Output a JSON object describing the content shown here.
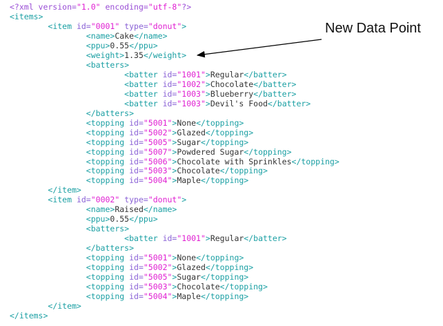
{
  "annotation": {
    "label": "New Data Point"
  },
  "lines": [
    {
      "indent": 0,
      "tokens": [
        [
          "p",
          "<?xml version="
        ],
        [
          "v",
          "\"1.0\""
        ],
        [
          "p",
          " encoding="
        ],
        [
          "v",
          "\"utf-8\""
        ],
        [
          "p",
          "?>"
        ]
      ]
    },
    {
      "indent": 0,
      "tokens": [
        [
          "t",
          "<items>"
        ]
      ]
    },
    {
      "indent": 1,
      "tokens": [
        [
          "t",
          "<item "
        ],
        [
          "a",
          "id="
        ],
        [
          "v",
          "\"0001\""
        ],
        [
          "a",
          " type="
        ],
        [
          "v",
          "\"donut\""
        ],
        [
          "t",
          ">"
        ]
      ]
    },
    {
      "indent": 2,
      "tokens": [
        [
          "t",
          "<name>"
        ],
        [
          "x",
          "Cake"
        ],
        [
          "t",
          "</name>"
        ]
      ]
    },
    {
      "indent": 2,
      "tokens": [
        [
          "t",
          "<ppu>"
        ],
        [
          "x",
          "0.55"
        ],
        [
          "t",
          "</ppu>"
        ]
      ]
    },
    {
      "indent": 2,
      "tokens": [
        [
          "t",
          "<weight>"
        ],
        [
          "x",
          "1.35"
        ],
        [
          "t",
          "</weight>"
        ]
      ]
    },
    {
      "indent": 2,
      "tokens": [
        [
          "t",
          "<batters>"
        ]
      ]
    },
    {
      "indent": 3,
      "tokens": [
        [
          "t",
          "<batter "
        ],
        [
          "a",
          "id="
        ],
        [
          "v",
          "\"1001\""
        ],
        [
          "t",
          ">"
        ],
        [
          "x",
          "Regular"
        ],
        [
          "t",
          "</batter>"
        ]
      ]
    },
    {
      "indent": 3,
      "tokens": [
        [
          "t",
          "<batter "
        ],
        [
          "a",
          "id="
        ],
        [
          "v",
          "\"1002\""
        ],
        [
          "t",
          ">"
        ],
        [
          "x",
          "Chocolate"
        ],
        [
          "t",
          "</batter>"
        ]
      ]
    },
    {
      "indent": 3,
      "tokens": [
        [
          "t",
          "<batter "
        ],
        [
          "a",
          "id="
        ],
        [
          "v",
          "\"1003\""
        ],
        [
          "t",
          ">"
        ],
        [
          "x",
          "Blueberry"
        ],
        [
          "t",
          "</batter>"
        ]
      ]
    },
    {
      "indent": 3,
      "tokens": [
        [
          "t",
          "<batter "
        ],
        [
          "a",
          "id="
        ],
        [
          "v",
          "\"1003\""
        ],
        [
          "t",
          ">"
        ],
        [
          "x",
          "Devil's Food"
        ],
        [
          "t",
          "</batter>"
        ]
      ]
    },
    {
      "indent": 2,
      "tokens": [
        [
          "t",
          "</batters>"
        ]
      ]
    },
    {
      "indent": 2,
      "tokens": [
        [
          "t",
          "<topping "
        ],
        [
          "a",
          "id="
        ],
        [
          "v",
          "\"5001\""
        ],
        [
          "t",
          ">"
        ],
        [
          "x",
          "None"
        ],
        [
          "t",
          "</topping>"
        ]
      ]
    },
    {
      "indent": 2,
      "tokens": [
        [
          "t",
          "<topping "
        ],
        [
          "a",
          "id="
        ],
        [
          "v",
          "\"5002\""
        ],
        [
          "t",
          ">"
        ],
        [
          "x",
          "Glazed"
        ],
        [
          "t",
          "</topping>"
        ]
      ]
    },
    {
      "indent": 2,
      "tokens": [
        [
          "t",
          "<topping "
        ],
        [
          "a",
          "id="
        ],
        [
          "v",
          "\"5005\""
        ],
        [
          "t",
          ">"
        ],
        [
          "x",
          "Sugar"
        ],
        [
          "t",
          "</topping>"
        ]
      ]
    },
    {
      "indent": 2,
      "tokens": [
        [
          "t",
          "<topping "
        ],
        [
          "a",
          "id="
        ],
        [
          "v",
          "\"5007\""
        ],
        [
          "t",
          ">"
        ],
        [
          "x",
          "Powdered Sugar"
        ],
        [
          "t",
          "</topping>"
        ]
      ]
    },
    {
      "indent": 2,
      "tokens": [
        [
          "t",
          "<topping "
        ],
        [
          "a",
          "id="
        ],
        [
          "v",
          "\"5006\""
        ],
        [
          "t",
          ">"
        ],
        [
          "x",
          "Chocolate with Sprinkles"
        ],
        [
          "t",
          "</topping>"
        ]
      ]
    },
    {
      "indent": 2,
      "tokens": [
        [
          "t",
          "<topping "
        ],
        [
          "a",
          "id="
        ],
        [
          "v",
          "\"5003\""
        ],
        [
          "t",
          ">"
        ],
        [
          "x",
          "Chocolate"
        ],
        [
          "t",
          "</topping>"
        ]
      ]
    },
    {
      "indent": 2,
      "tokens": [
        [
          "t",
          "<topping "
        ],
        [
          "a",
          "id="
        ],
        [
          "v",
          "\"5004\""
        ],
        [
          "t",
          ">"
        ],
        [
          "x",
          "Maple"
        ],
        [
          "t",
          "</topping>"
        ]
      ]
    },
    {
      "indent": 1,
      "tokens": [
        [
          "t",
          "</item>"
        ]
      ]
    },
    {
      "indent": 1,
      "tokens": [
        [
          "t",
          "<item "
        ],
        [
          "a",
          "id="
        ],
        [
          "v",
          "\"0002\""
        ],
        [
          "a",
          " type="
        ],
        [
          "v",
          "\"donut\""
        ],
        [
          "t",
          ">"
        ]
      ]
    },
    {
      "indent": 2,
      "tokens": [
        [
          "t",
          "<name>"
        ],
        [
          "x",
          "Raised"
        ],
        [
          "t",
          "</name>"
        ]
      ]
    },
    {
      "indent": 2,
      "tokens": [
        [
          "t",
          "<ppu>"
        ],
        [
          "x",
          "0.55"
        ],
        [
          "t",
          "</ppu>"
        ]
      ]
    },
    {
      "indent": 2,
      "tokens": [
        [
          "t",
          "<batters>"
        ]
      ]
    },
    {
      "indent": 3,
      "tokens": [
        [
          "t",
          "<batter "
        ],
        [
          "a",
          "id="
        ],
        [
          "v",
          "\"1001\""
        ],
        [
          "t",
          ">"
        ],
        [
          "x",
          "Regular"
        ],
        [
          "t",
          "</batter>"
        ]
      ]
    },
    {
      "indent": 2,
      "tokens": [
        [
          "t",
          "</batters>"
        ]
      ]
    },
    {
      "indent": 2,
      "tokens": [
        [
          "t",
          "<topping "
        ],
        [
          "a",
          "id="
        ],
        [
          "v",
          "\"5001\""
        ],
        [
          "t",
          ">"
        ],
        [
          "x",
          "None"
        ],
        [
          "t",
          "</topping>"
        ]
      ]
    },
    {
      "indent": 2,
      "tokens": [
        [
          "t",
          "<topping "
        ],
        [
          "a",
          "id="
        ],
        [
          "v",
          "\"5002\""
        ],
        [
          "t",
          ">"
        ],
        [
          "x",
          "Glazed"
        ],
        [
          "t",
          "</topping>"
        ]
      ]
    },
    {
      "indent": 2,
      "tokens": [
        [
          "t",
          "<topping "
        ],
        [
          "a",
          "id="
        ],
        [
          "v",
          "\"5005\""
        ],
        [
          "t",
          ">"
        ],
        [
          "x",
          "Sugar"
        ],
        [
          "t",
          "</topping>"
        ]
      ]
    },
    {
      "indent": 2,
      "tokens": [
        [
          "t",
          "<topping "
        ],
        [
          "a",
          "id="
        ],
        [
          "v",
          "\"5003\""
        ],
        [
          "t",
          ">"
        ],
        [
          "x",
          "Chocolate"
        ],
        [
          "t",
          "</topping>"
        ]
      ]
    },
    {
      "indent": 2,
      "tokens": [
        [
          "t",
          "<topping "
        ],
        [
          "a",
          "id="
        ],
        [
          "v",
          "\"5004\""
        ],
        [
          "t",
          ">"
        ],
        [
          "x",
          "Maple"
        ],
        [
          "t",
          "</topping>"
        ]
      ]
    },
    {
      "indent": 1,
      "tokens": [
        [
          "t",
          "</item>"
        ]
      ]
    },
    {
      "indent": 0,
      "tokens": [
        [
          "t",
          "</items>"
        ]
      ]
    }
  ]
}
